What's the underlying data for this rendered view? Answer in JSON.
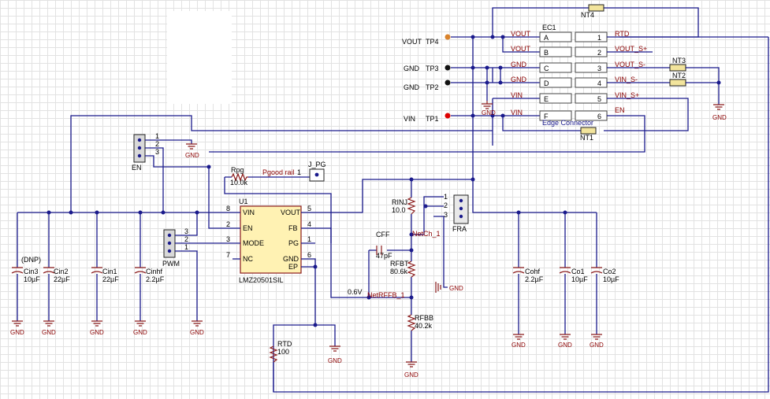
{
  "test_points": [
    {
      "name": "TP4",
      "net": "VOUT"
    },
    {
      "name": "TP3",
      "net": "GND"
    },
    {
      "name": "TP2",
      "net": "GND"
    },
    {
      "name": "TP1",
      "net": "VIN"
    }
  ],
  "edge_connector": {
    "ref": "EC1",
    "caption": "Edge Connector",
    "left_nets": [
      "VOUT",
      "VOUT",
      "GND",
      "GND",
      "VIN",
      "VIN"
    ],
    "left_pins": [
      "A",
      "B",
      "C",
      "D",
      "E",
      "F"
    ],
    "right_pins": [
      "1",
      "2",
      "3",
      "4",
      "5",
      "6"
    ],
    "right_nets": [
      "RTD",
      "VOUT_S+",
      "VOUT_S-",
      "VIN_S-",
      "VIN_S+",
      "EN"
    ]
  },
  "net_ties": {
    "nt4": "NT4",
    "nt3": "NT3",
    "nt2": "NT2",
    "nt1": "NT1"
  },
  "gnd": "GND",
  "u1": {
    "ref": "U1",
    "part": "LMZ20501SIL",
    "pins_left": [
      {
        "num": "8",
        "name": "VIN"
      },
      {
        "num": "2",
        "name": "EN"
      },
      {
        "num": "3",
        "name": "MODE"
      },
      {
        "num": "7",
        "name": "NC"
      }
    ],
    "pins_right": [
      {
        "num": "5",
        "name": "VOUT"
      },
      {
        "num": "4",
        "name": "FB"
      },
      {
        "num": "1",
        "name": "PG"
      },
      {
        "num": "6",
        "name": "GND"
      },
      {
        "num": "",
        "name": "EP"
      }
    ]
  },
  "en_header": {
    "ref": "EN",
    "pins": [
      "1",
      "2",
      "3"
    ]
  },
  "pwm_header": {
    "ref": "PWM",
    "pins": [
      "3",
      "2",
      "1"
    ]
  },
  "fra_header": {
    "ref": "FRA",
    "pins": [
      "1",
      "2",
      "3"
    ]
  },
  "pg_jumper": {
    "ref": "J_PG",
    "pin": "1"
  },
  "rpg": {
    "ref": "Rpg",
    "value": "10.0k"
  },
  "pgood_net": "Pgood rail",
  "rinj": {
    "ref": "RINJ",
    "value": "10.0"
  },
  "cff": {
    "ref": "CFF",
    "value": "47pF"
  },
  "rfbt": {
    "ref": "RFBT",
    "value": "80.6k"
  },
  "rfbb": {
    "ref": "RFBB",
    "value": "40.2k"
  },
  "rtd": {
    "ref": "RTD",
    "value": "100"
  },
  "net_labels": {
    "netch": "NetCh_1",
    "netrffb": "NetRFFB_1",
    "fb_voltage": "0.6V"
  },
  "input_caps": [
    {
      "ref": "Cin3",
      "value": "10µF",
      "note": "(DNP)"
    },
    {
      "ref": "Cin2",
      "value": "22µF"
    },
    {
      "ref": "Cin1",
      "value": "22µF"
    },
    {
      "ref": "Cinhf",
      "value": "2.2µF"
    }
  ],
  "output_caps": [
    {
      "ref": "Cohf",
      "value": "2.2µF"
    },
    {
      "ref": "Co1",
      "value": "10µF"
    },
    {
      "ref": "Co2",
      "value": "10µF"
    }
  ]
}
